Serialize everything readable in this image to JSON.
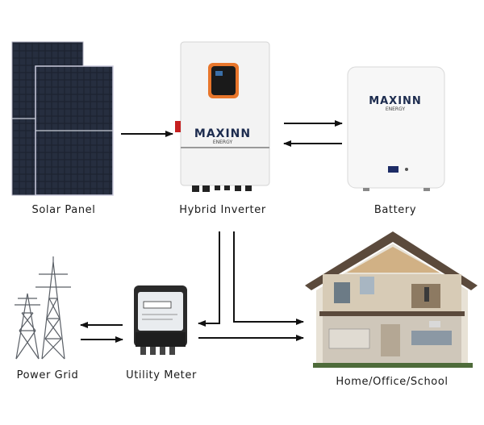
{
  "nodes": {
    "solar_panel": {
      "label": "Solar Panel"
    },
    "inverter": {
      "label": "Hybrid Inverter",
      "brand": "MAXINN",
      "brand_sub": "ENERGY"
    },
    "battery": {
      "label": "Battery",
      "brand": "MAXINN",
      "brand_sub": "ENERGY"
    },
    "power_grid": {
      "label": "Power Grid"
    },
    "utility_meter": {
      "label": "Utility Meter"
    },
    "home": {
      "label": "Home/Office/School"
    }
  },
  "colors": {
    "arrow": "#111111",
    "panel_cell": "#1c2230",
    "inverter_screen": "#e8762b",
    "house_roof": "#5b4a3c"
  }
}
